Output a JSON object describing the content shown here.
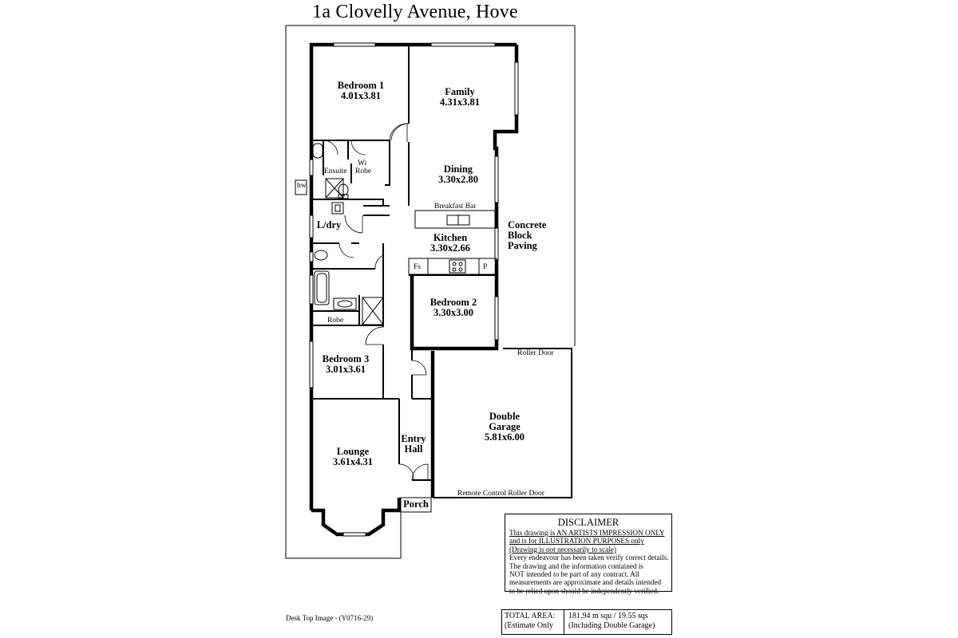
{
  "title": "1a Clovelly Avenue, Hove",
  "rooms": {
    "bedroom1": {
      "name": "Bedroom 1",
      "size": "4.01x3.81"
    },
    "family": {
      "name": "Family",
      "size": "4.31x3.81"
    },
    "dining": {
      "name": "Dining",
      "size": "3.30x2.80"
    },
    "kitchen": {
      "name": "Kitchen",
      "size": "3.30x2.66"
    },
    "bedroom2": {
      "name": "Bedroom 2",
      "size": "3.30x3.00"
    },
    "bedroom3": {
      "name": "Bedroom 3",
      "size": "3.01x3.61"
    },
    "lounge": {
      "name": "Lounge",
      "size": "3.61x4.31"
    },
    "garage": {
      "line1": "Double",
      "line2": "Garage",
      "size": "5.81x6.00"
    },
    "entry": {
      "line1": "Entry",
      "line2": "Hall"
    },
    "porch": "Porch",
    "laundry": "L/dry",
    "paving": {
      "line1": "Concrete",
      "line2": "Block",
      "line3": "Paving"
    }
  },
  "small_labels": {
    "ensuite": "Ensuite",
    "wi": "Wi",
    "robe_wi": "Robe",
    "robe": "Robe",
    "hw": "hw",
    "breakfast_bar": "Breakfast Bar",
    "fs": "Fs",
    "p": "P",
    "roller_door": "Roller Door",
    "remote_roller_door": "Remote Control  Roller Door"
  },
  "disclaimer": {
    "heading": "DISCLAIMER",
    "lines": [
      "This drawing is AN ARTISTS IMPRESSION ONLY",
      "and is for ILLUSTRATION PURPOSES only",
      "(Drawing is not necessarily to scale)",
      "Every endeavour has been taken verify correct details.",
      "The drawing and the information contained is",
      "NOT intended to be part of any contract.  All",
      "measurements are approximate and details intended",
      "to be relied upon should be independently verified."
    ]
  },
  "footer": "Desk Top Image - (Y0716-29)",
  "total_area": {
    "label1": "TOTAL AREA:",
    "label2": "(Estimate Only",
    "value1": "181.94 m squ /  19.55 sqs",
    "value2": "(Including Double Garage)"
  }
}
